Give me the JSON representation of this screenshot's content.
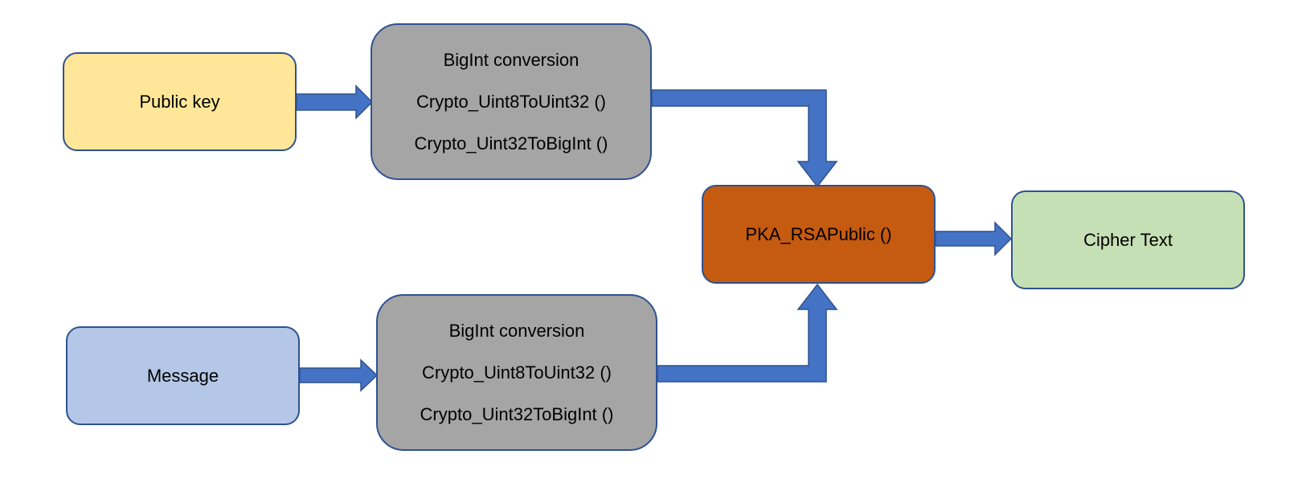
{
  "colors": {
    "arrow": "#4472c4",
    "arrow_stroke": "#2f528f",
    "public_key_fill": "#ffe699",
    "message_fill": "#b4c7e7",
    "conversion_fill": "#a5a5a5",
    "pka_fill": "#c55a11",
    "cipher_fill": "#c5e0b4"
  },
  "nodes": {
    "public_key": {
      "label": "Public key"
    },
    "message": {
      "label": "Message"
    },
    "conversion_top": {
      "title": "BigInt conversion",
      "call1": "Crypto_Uint8ToUint32 ()",
      "call2": "Crypto_Uint32ToBigInt ()"
    },
    "conversion_bottom": {
      "title": "BigInt conversion",
      "call1": "Crypto_Uint8ToUint32 ()",
      "call2": "Crypto_Uint32ToBigInt ()"
    },
    "pka": {
      "label": "PKA_RSAPublic ()"
    },
    "cipher": {
      "label": "Cipher Text"
    }
  }
}
